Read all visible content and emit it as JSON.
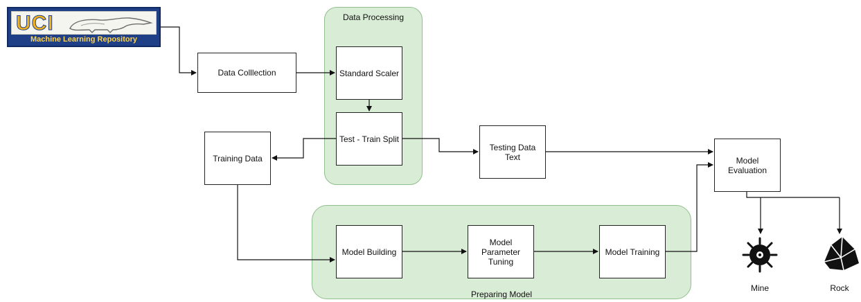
{
  "logo": {
    "text": "UCI",
    "subtitle": "Machine Learning Repository"
  },
  "groups": {
    "data_processing": "Data Processing",
    "preparing_model": "Preparing Model"
  },
  "nodes": {
    "data_collection": "Data Colllection",
    "standard_scaler": "Standard Scaler",
    "test_train_split": "Test - Train Split",
    "training_data": "Training Data",
    "testing_data": "Testing Data Text",
    "model_evaluation": "Model Evaluation",
    "model_building": "Model Building",
    "model_parameter_tuning": "Model Parameter Tuning",
    "model_training": "Model Training"
  },
  "outputs": {
    "mine": "Mine",
    "rock": "Rock"
  },
  "colors": {
    "group_fill": "#d9ecd6",
    "group_border": "#8fbf8a",
    "logo_blue": "#1f3f86",
    "logo_gold": "#f2b21c"
  }
}
